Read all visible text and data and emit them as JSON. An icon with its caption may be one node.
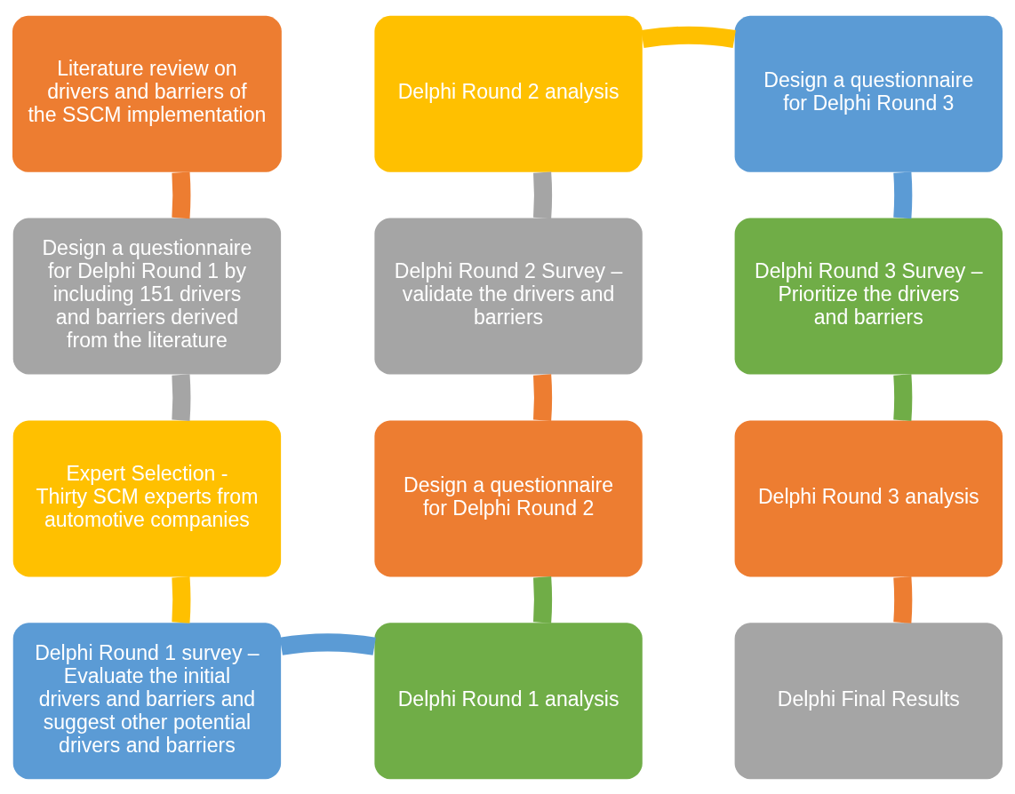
{
  "diagram": {
    "nodes": [
      {
        "text": [
          "Literature review on drivers and barriers of the SSCM implementation"
        ]
      },
      {
        "text": [
          "Design a questionnaire for Delphi Round 1 by including 151 drivers and barriers derived from the literature"
        ]
      },
      {
        "text": [
          "Expert Selection - Thirty SCM experts from automotive companies"
        ]
      },
      {
        "text": [
          "Delphi Round 1 survey – Evaluate the initial drivers and barriers and suggest other potential drivers and barriers"
        ]
      },
      {
        "text": [
          "Delphi Round 1 analysis"
        ]
      },
      {
        "text": [
          "Design a questionnaire for Delphi Round 2"
        ]
      },
      {
        "text": [
          "Delphi Round 2 Survey – validate the drivers and barriers"
        ]
      },
      {
        "text": [
          "Delphi Round 2 analysis"
        ]
      },
      {
        "text": [
          "Design a questionnaire for Delphi Round 3"
        ]
      },
      {
        "text": [
          "Delphi Round 3 Survey – Prioritize the drivers and barriers"
        ]
      },
      {
        "text": [
          "Delphi Round 3 analysis"
        ]
      },
      {
        "text": [
          "Delphi Final Results"
        ]
      }
    ],
    "edges": [
      {
        "from": 0,
        "to": 1,
        "arrow": "none",
        "color": "#ed7d31"
      },
      {
        "from": 1,
        "to": 2,
        "arrow": "none",
        "color": "#a5a5a5"
      },
      {
        "from": 2,
        "to": 3,
        "arrow": "none",
        "color": "#ffc000"
      },
      {
        "from": 3,
        "to": 4,
        "arrow": "none",
        "color": "#5b9bd5"
      },
      {
        "from": 4,
        "to": 5,
        "arrow": "none",
        "color": "#70ad47"
      },
      {
        "from": 5,
        "to": 6,
        "arrow": "none",
        "color": "#ed7d31"
      },
      {
        "from": 6,
        "to": 7,
        "arrow": "none",
        "color": "#a5a5a5"
      },
      {
        "from": 7,
        "to": 8,
        "arrow": "none",
        "color": "#ffc000"
      },
      {
        "from": 8,
        "to": 9,
        "arrow": "none",
        "color": "#5b9bd5"
      },
      {
        "from": 9,
        "to": 10,
        "arrow": "none",
        "color": "#70ad47"
      },
      {
        "from": 10,
        "to": 11,
        "arrow": "none",
        "color": "#ed7d31"
      }
    ]
  }
}
